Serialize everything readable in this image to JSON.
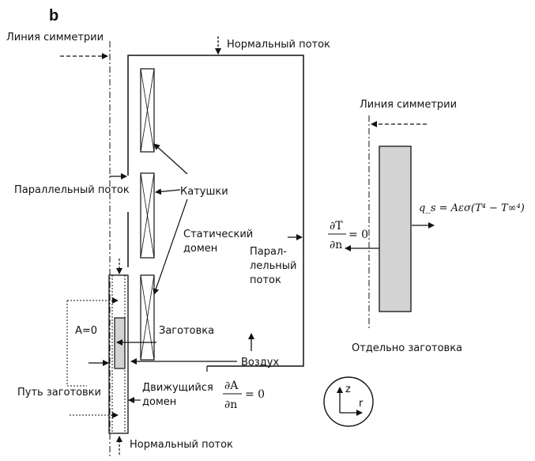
{
  "panel_label": "b",
  "left": {
    "symmetry_label": "Линия симметрии",
    "top_flux_label": "Нормальный поток",
    "parallel_flux_left": "Параллельный поток",
    "coils_label": "Катушки",
    "static_domain_line1": "Статический",
    "static_domain_line2": "домен",
    "parallel_flux_right_line1": "Парал-",
    "parallel_flux_right_line2": "лельный",
    "parallel_flux_right_line3": "поток",
    "a_zero": "A=0",
    "billet_label": "Заготовка",
    "air_label": "Воздух",
    "billet_path": "Путь заготовки",
    "moving_domain_line1": "Движущийся",
    "moving_domain_line2": "домен",
    "dA_num": "∂A",
    "dA_den": "∂n",
    "dA_eq": "= 0",
    "bottom_flux_label": "Нормальный поток"
  },
  "right": {
    "symmetry_label": "Линия симметрии",
    "dT_num": "∂T",
    "dT_den": "∂n",
    "dT_eq": "= 0",
    "qs_formula": "q_s = Aεσ(T⁴ − T∞⁴)",
    "caption": "Отдельно заготовка"
  },
  "axes": {
    "z": "z",
    "r": "r"
  }
}
